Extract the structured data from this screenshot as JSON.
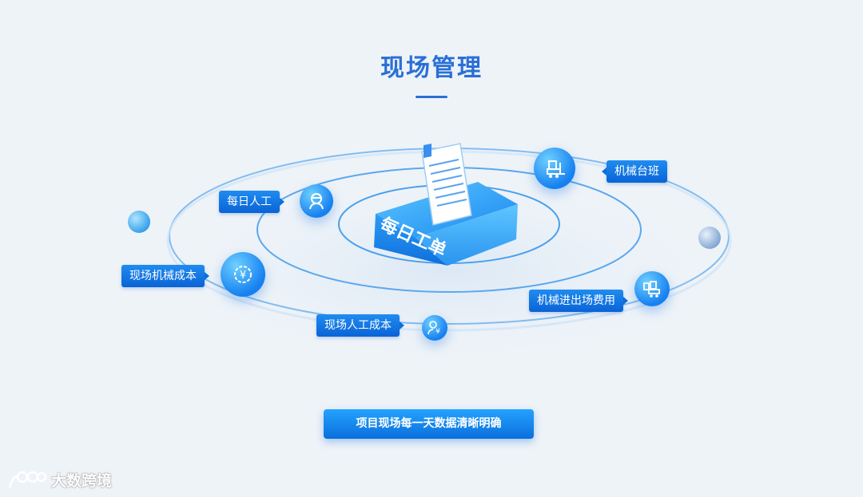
{
  "title": "现场管理",
  "center_label": "每日工单",
  "nodes": {
    "daily_labor": "每日人工",
    "machine_cost": "现场机械成本",
    "labor_cost": "现场人工成本",
    "machine_shift": "机械台班",
    "machine_fee": "机械进出场费用"
  },
  "cta": "项目现场每一天数据清晰明确",
  "watermark": "大数跨境",
  "colors": {
    "accent": "#2a6fd6",
    "tag": "#0a6fdc"
  }
}
